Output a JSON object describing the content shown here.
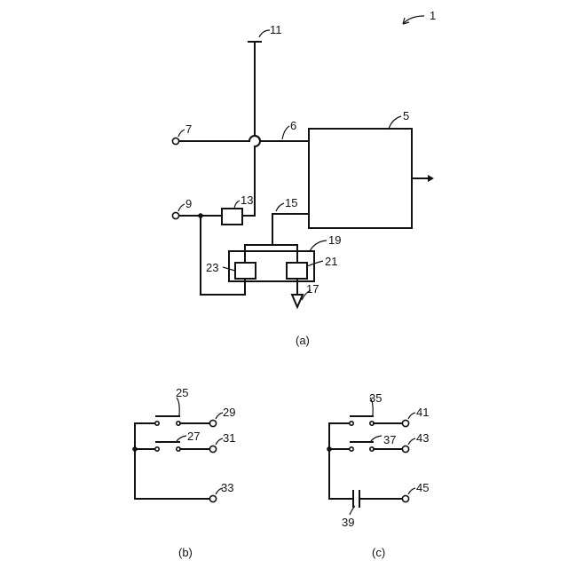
{
  "figure_a": {
    "caption": "(a)",
    "labels": {
      "ref_1": "1",
      "ref_5": "5",
      "ref_6": "6",
      "ref_7": "7",
      "ref_9": "9",
      "ref_11": "11",
      "ref_13": "13",
      "ref_15": "15",
      "ref_17": "17",
      "ref_19": "19",
      "ref_21": "21",
      "ref_23": "23"
    }
  },
  "figure_b": {
    "caption": "(b)",
    "labels": {
      "ref_25": "25",
      "ref_27": "27",
      "ref_29": "29",
      "ref_31": "31",
      "ref_33": "33"
    }
  },
  "figure_c": {
    "caption": "(c)",
    "labels": {
      "ref_35": "35",
      "ref_37": "37",
      "ref_39": "39",
      "ref_41": "41",
      "ref_43": "43",
      "ref_45": "45"
    }
  }
}
